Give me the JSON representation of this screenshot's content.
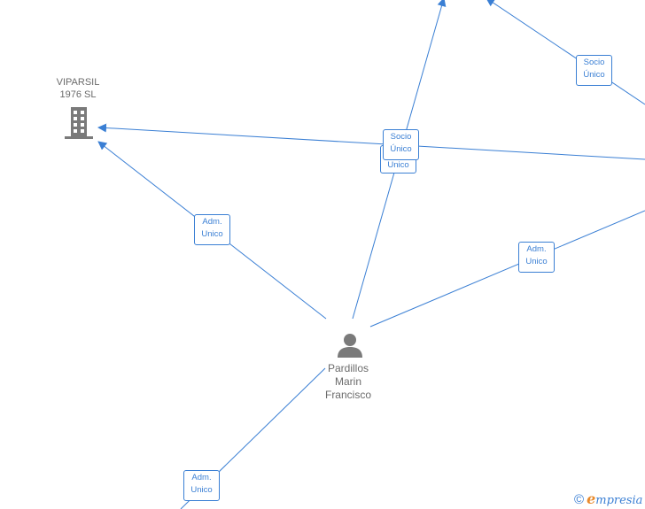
{
  "company": {
    "name_line1": "VIPARSIL",
    "name_line2": "1976  SL"
  },
  "person": {
    "name_line1": "Pardillos",
    "name_line2": "Marin",
    "name_line3": "Francisco"
  },
  "edges": {
    "adm_unico_left": {
      "line1": "Adm.",
      "line2": "Unico"
    },
    "adm_unico_right": {
      "line1": "Adm.",
      "line2": "Unico"
    },
    "adm_unico_bottom": {
      "line1": "Adm.",
      "line2": "Unico"
    },
    "adm_unico_center_partial": {
      "line2": "Unico"
    },
    "socio_unico_center": {
      "line1": "Socio",
      "line2": "Único"
    },
    "socio_unico_top_right": {
      "line1": "Socio",
      "line2": "Único"
    }
  },
  "watermark": {
    "copyright": "©",
    "brand_initial": "e",
    "brand_rest": "mpresia"
  },
  "colors": {
    "edge": "#3a7fd4",
    "node": "#6b6b6b",
    "brand_orange": "#e98a2b"
  }
}
